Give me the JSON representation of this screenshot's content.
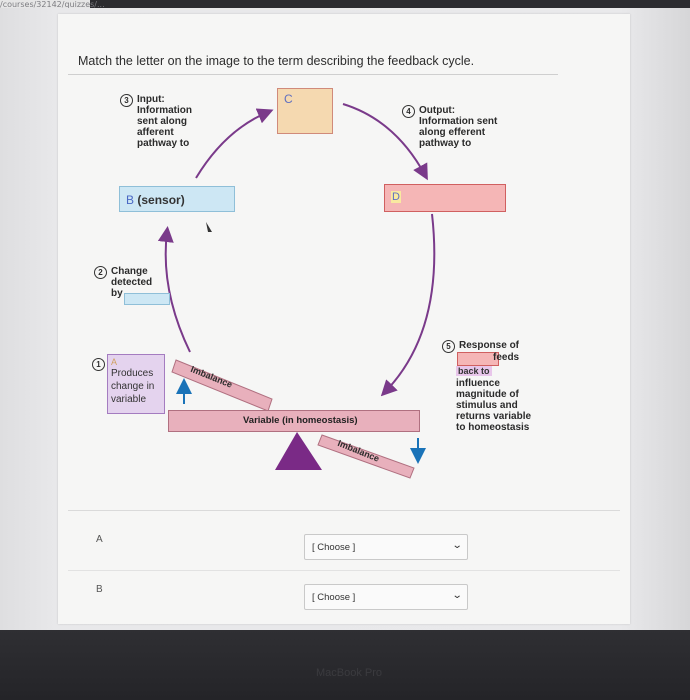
{
  "browser": {
    "url_fragment": "/courses/32142/quizzes/..."
  },
  "question": {
    "prompt": "Match the letter on the image to the term describing the feedback cycle."
  },
  "diagram": {
    "step3": {
      "num": "3",
      "text": "Input:\nInformation\nsent along\nafferent\npathway to"
    },
    "step4": {
      "num": "4",
      "text": "Output:\nInformation sent\nalong efferent\npathway to"
    },
    "step2": {
      "num": "2",
      "text": "Change\ndetected\nby"
    },
    "step5": {
      "num": "5",
      "text": "Response of"
    },
    "step1": {
      "num": "1"
    },
    "box_c_letter": "C",
    "box_b_letter": "B",
    "box_b_text": "(sensor)",
    "box_d_letter": "D",
    "box_a_letter": "A",
    "box_a_text": "Produces\nchange in\nvariable",
    "feeds": "feeds",
    "back_to": "back to",
    "response_rest": "influence\nmagnitude of\nstimulus and\nreturns variable\nto homeostasis",
    "imbalance_top": "Imbalance",
    "imbalance_bottom": "Imbalance",
    "variable": "Variable (in homeostasis)",
    "colors": {
      "purple": "#7a3a8a",
      "blue": "#1a73b8",
      "sensor_box": "#cde7f4",
      "effector_box": "#f5b6b6",
      "control_box": "#f5d9b0"
    }
  },
  "answers": [
    {
      "letter": "A",
      "selected": "[ Choose ]"
    },
    {
      "letter": "B",
      "selected": "[ Choose ]"
    }
  ],
  "icons": {
    "dropdown": "chevron-down-icon"
  },
  "bezel": {
    "label": "MacBook Pro"
  }
}
